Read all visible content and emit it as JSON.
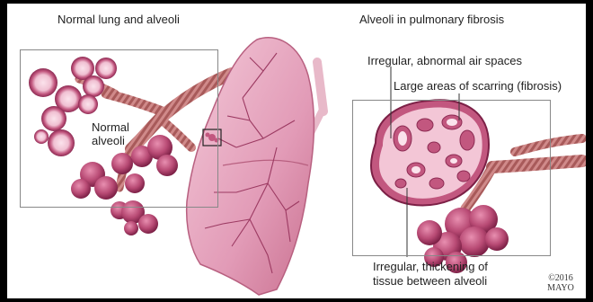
{
  "left_panel": {
    "title": "Normal lung and alveoli",
    "alveoli_label_line1": "Normal",
    "alveoli_label_line2": "alveoli"
  },
  "right_panel": {
    "title": "Alveoli in pulmonary fibrosis",
    "label_air_spaces": "Irregular, abnormal air spaces",
    "label_scarring": "Large areas of scarring (fibrosis)",
    "label_thickening_line1": "Irregular, thickening of",
    "label_thickening_line2": "tissue between alveoli"
  },
  "copyright": {
    "line1": "©2016",
    "line2": "MAYO"
  },
  "colors": {
    "tissue": "#c2577f",
    "tissue_light": "#f0c6d6",
    "tissue_dark": "#8c2a52",
    "lung": "#e6a8c0",
    "vessel": "#b86a6a"
  }
}
